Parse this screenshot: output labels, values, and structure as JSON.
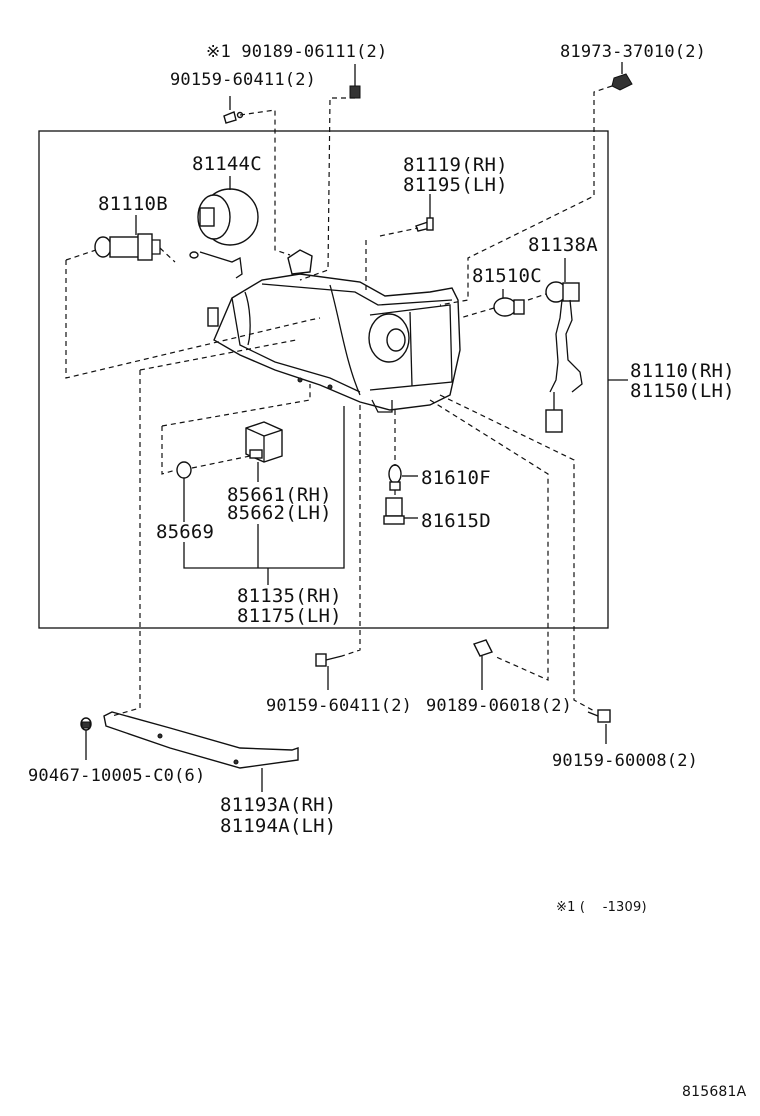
{
  "diagram": {
    "parts": {
      "bolt_top_left": "90159-60411(2)",
      "clip_top": "※1 90189-06111(2)",
      "nut_top_right": "81973-37010(2)",
      "socket_81144c": "81144C",
      "bulb_81110b": "81110B",
      "screw_rh": "81119(RH)",
      "screw_lh": "81195(LH)",
      "socket_81138a": "81138A",
      "bulb_81510c": "81510C",
      "headlamp_rh": "81110(RH)",
      "headlamp_lh": "81150(LH)",
      "bulb_81610f": "81610F",
      "socket_81615d": "81615D",
      "actuator_rh": "85661(RH)",
      "actuator_lh": "85662(LH)",
      "oring_85669": "85669",
      "unit_rh": "81135(RH)",
      "unit_lh": "81175(LH)",
      "bolt_bottom": "90159-60411(2)",
      "clip_bottom": "90189-06018(2)",
      "bolt_bottom_right": "90159-60008(2)",
      "clip_lower_left": "90467-10005-C0(6)",
      "bracket_rh": "81193A(RH)",
      "bracket_lh": "81194A(LH)"
    },
    "footnote": "※1 (　 -1309)",
    "diagram_code": "815681A"
  }
}
